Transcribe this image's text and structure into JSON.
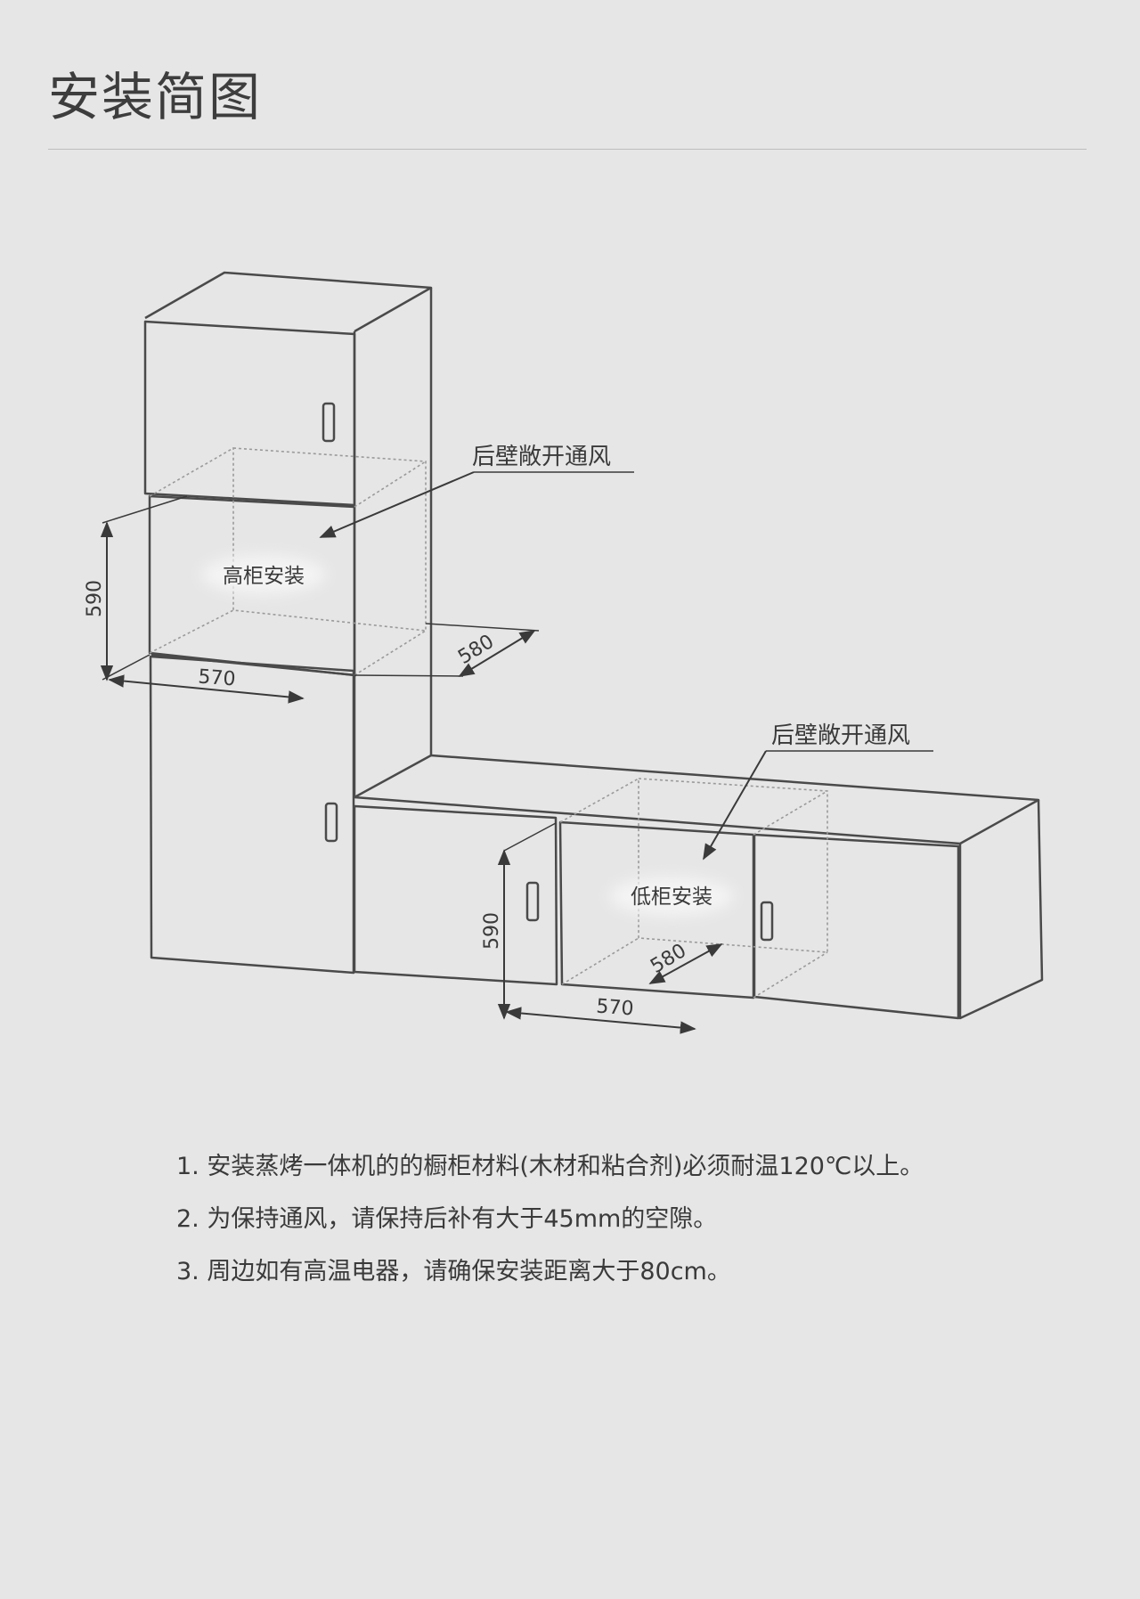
{
  "page": {
    "title": "安装简图"
  },
  "diagram": {
    "labels": {
      "vent_top": "后壁敞开通风",
      "vent_bottom": "后壁敞开通风",
      "tall_cabinet": "高柜安装",
      "low_cabinet": "低柜安装"
    },
    "dimensions": {
      "tall_height": "590",
      "tall_width": "570",
      "tall_depth": "580",
      "low_height": "590",
      "low_width": "570",
      "low_depth": "580"
    }
  },
  "notes": [
    "1. 安装蒸烤一体机的的橱柜材料(木材和粘合剂)必须耐温120℃以上。",
    "2. 为保持通风，请保持后补有大于45mm的空隙。",
    "3. 周边如有高温电器，请确保安装距离大于80cm。"
  ],
  "colors": {
    "background": "#e6e6e6",
    "line": "#4a4a4a",
    "dashed": "#9a9a9a",
    "text": "#3a3a3a"
  }
}
